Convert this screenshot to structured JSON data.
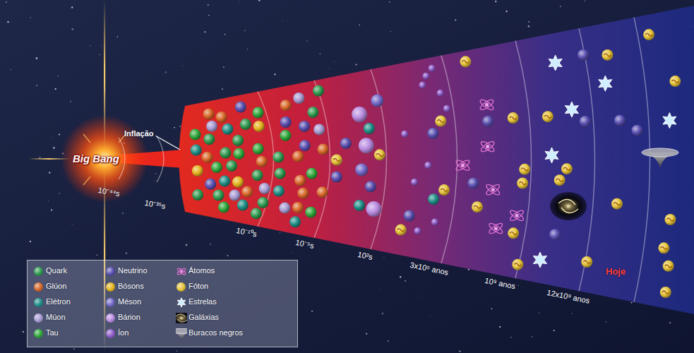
{
  "diagram": {
    "labels": [
      "Big Bang",
      "Inflação",
      "10⁻⁴⁴s",
      "10⁻³⁵s",
      "10⁻¹⁰s",
      "10⁻⁵s",
      "10²s",
      "3x10⁵ anos",
      "10⁹ anos",
      "12x10⁹ anos",
      "Hoje"
    ],
    "legend": [
      {
        "text": "Quark",
        "color": "#2f9a4f"
      },
      {
        "text": "Glúon",
        "color": "#d8682a"
      },
      {
        "text": "Elétron",
        "color": "#1f8f86"
      },
      {
        "text": "Múon",
        "color": "#a79bd2"
      },
      {
        "text": "Tau",
        "color": "#2fa83a"
      },
      {
        "text": "Neutrino",
        "color": "#5a4fb0"
      },
      {
        "text": "Bósons",
        "color": "#e3b51e"
      },
      {
        "text": "Méson",
        "color": "#7468c8"
      },
      {
        "text": "Bárion",
        "color": "#b98be0"
      },
      {
        "text": "Íon",
        "color": "#8e5bc8"
      },
      {
        "text": "Átomos"
      },
      {
        "text": "Fóton",
        "color": "#e6c43a"
      },
      {
        "text": "Estrelas"
      },
      {
        "text": "Galáxias"
      },
      {
        "text": "Buracos negros"
      }
    ]
  }
}
